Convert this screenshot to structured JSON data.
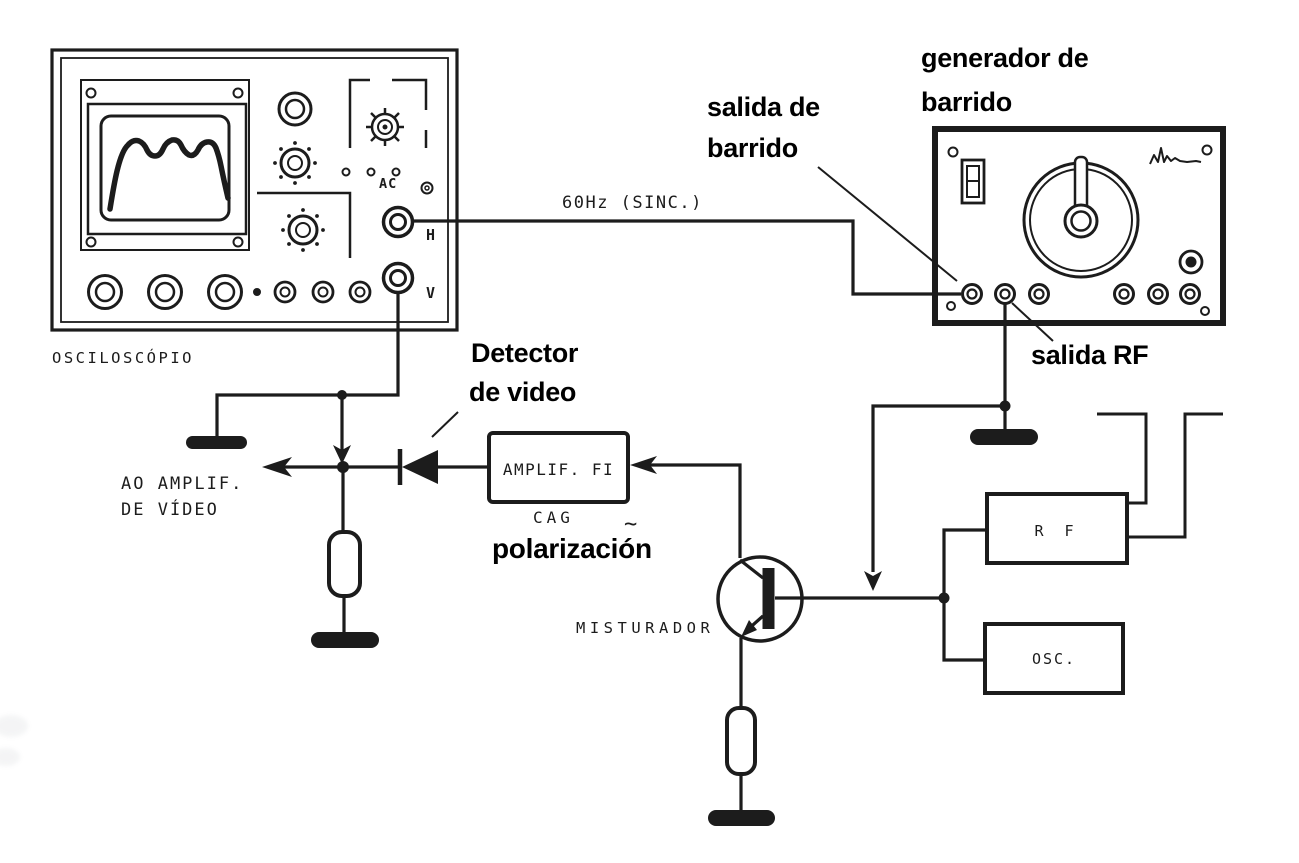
{
  "scope": {
    "label": "OSCILOSCÓPIO",
    "ac_label": "AC",
    "h_label": "H",
    "v_label": "V"
  },
  "generator": {
    "title_line1": "generador de",
    "title_line2": "barrido"
  },
  "annotations": {
    "sweep_out_line1": "salida de",
    "sweep_out_line2": "barrido",
    "rf_out": "salida RF",
    "sync": "60Hz (SINC.)",
    "detector_line1": "Detector",
    "detector_line2": "de video",
    "cag": "CAG",
    "tilde": "~",
    "polarization": "polarización",
    "video_amp_line1": "AO AMPLIF.",
    "video_amp_line2": "DE VÍDEO",
    "mixer": "MISTURADOR"
  },
  "blocks": {
    "if_amp": "AMPLIF. FI",
    "rf": "R F",
    "osc": "OSC."
  },
  "colors": {
    "ink": "#1c1c1c",
    "label_ink": "#000000",
    "paper": "#ffffff"
  },
  "symbols": {
    "ground": "ground-symbol",
    "resistor": "resistor-symbol",
    "diode": "diode-symbol",
    "transistor": "mixer-transistor-symbol",
    "junction": "junction-dot",
    "arrow": "signal-arrow"
  }
}
